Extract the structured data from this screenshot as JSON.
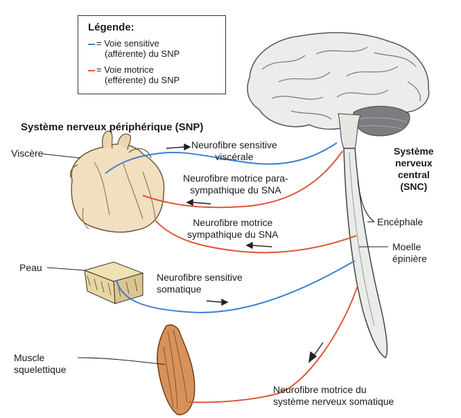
{
  "colors": {
    "sensory": "#3d7fd1",
    "motor": "#e0553c",
    "heart": "#f1dfbf",
    "brain": "#ececea",
    "cord": "#e9ece9",
    "muscle": "#d6925a",
    "skin_top": "#efe2b2"
  },
  "legend": {
    "title": "Légende:",
    "sensory_line1": "= Voie sensitive",
    "sensory_line2": "(afférente) du SNP",
    "motor_line1": "= Voie motrice",
    "motor_line2": "(efférente) du SNP"
  },
  "snp_title": "Système nerveux périphérique (SNP)",
  "snc": {
    "line1": "Système",
    "line2": "nerveux",
    "line3": "central",
    "line4": "(SNC)"
  },
  "labels": {
    "viscere": "Viscère",
    "peau": "Peau",
    "muscle1": "Muscle",
    "muscle2": "squelettique",
    "encephale": "Encéphale",
    "moelle1": "Moelle",
    "moelle2": "épinière"
  },
  "fibers": {
    "visceral_sensory1": "Neurofibre sensitive",
    "visceral_sensory2": "viscérale",
    "parasym1": "Neurofibre motrice para-",
    "parasym2": "sympathique du SNA",
    "sym1": "Neurofibre motrice",
    "sym2": "sympathique du SNA",
    "somatic_sensory1": "Neurofibre sensitive",
    "somatic_sensory2": "somatique",
    "somatic_motor1": "Neurofibre motrice du",
    "somatic_motor2": "système nerveux somatique"
  },
  "icons": [
    "brain",
    "spinal-cord",
    "heart",
    "skin",
    "muscle",
    "arrow"
  ]
}
